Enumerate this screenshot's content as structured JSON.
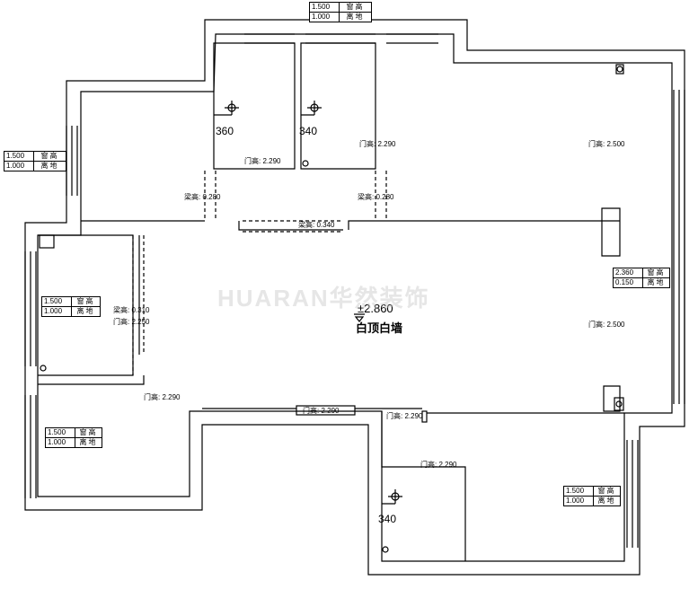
{
  "watermark": "HUARAN华然装饰",
  "center": {
    "elevation": "±2.860",
    "ceiling": "白顶白墙"
  },
  "room_dims": [
    "360",
    "340",
    "340"
  ],
  "labels": {
    "door_1": "门高: 2.290",
    "door_2": "门高: 2.290",
    "door_3": "门高: 2.500",
    "beam_1": "梁高: 0.280",
    "beam_2": "梁高: 0.280",
    "beam_3": "梁高: 0.340",
    "beam_4": "梁高: 0.310",
    "door_4": "门高: 2.250",
    "door_5": "门高: 2.500",
    "door_6": "门高: 2.290",
    "door_7": "门高: 2.290",
    "door_8": "门高: 2.290",
    "door_9": "门高: 2.290"
  },
  "window_tags": [
    {
      "sill_value": "1.500",
      "sill_label": "窗高",
      "floor_value": "1.000",
      "floor_label": "离地"
    },
    {
      "sill_value": "1.500",
      "sill_label": "窗高",
      "floor_value": "1.000",
      "floor_label": "离地"
    },
    {
      "sill_value": "2.360",
      "sill_label": "窗高",
      "floor_value": "0.150",
      "floor_label": "离地"
    },
    {
      "sill_value": "1.500",
      "sill_label": "窗高",
      "floor_value": "1.000",
      "floor_label": "离地"
    },
    {
      "sill_value": "1.500",
      "sill_label": "窗高",
      "floor_value": "1.000",
      "floor_label": "离地"
    },
    {
      "sill_value": "1.500",
      "sill_label": "窗高",
      "floor_value": "1.000",
      "floor_label": "离地"
    }
  ]
}
